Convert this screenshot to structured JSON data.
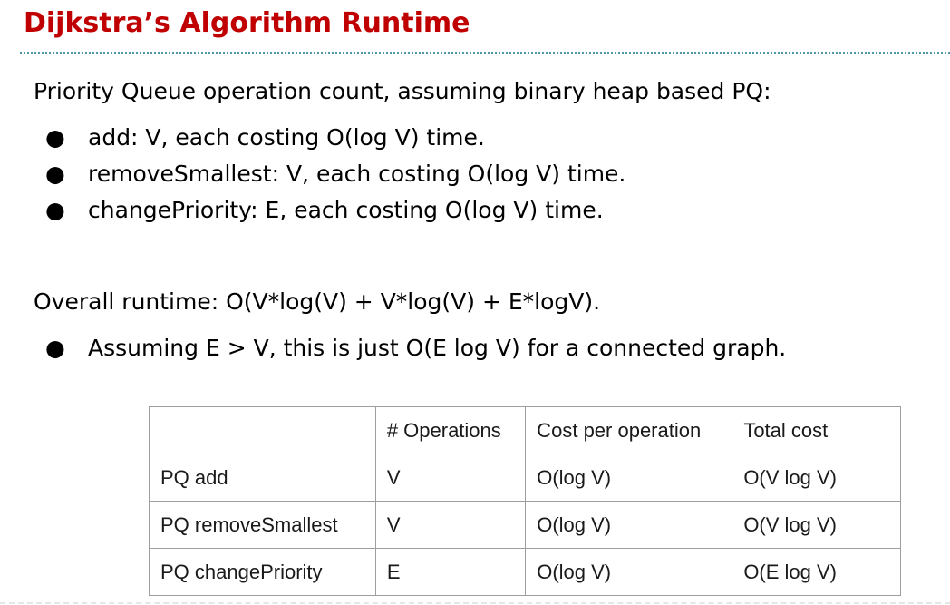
{
  "slide": {
    "title": "Dijkstra’s Algorithm Runtime",
    "intro": "Priority Queue operation count, assuming binary heap based PQ:",
    "bullets": [
      {
        "symbol": "●",
        "text": "add: V, each costing O(log V) time."
      },
      {
        "symbol": "●",
        "text": "removeSmallest: V, each costing O(log V) time."
      },
      {
        "symbol": "●",
        "text": "changePriority: E, each costing O(log V) time."
      }
    ],
    "overall": "Overall runtime: O(V*log(V) + V*log(V) + E*logV).",
    "overall_bullet": {
      "symbol": "●",
      "text": "Assuming E > V, this is just O(E log V) for a connected graph."
    }
  },
  "table": {
    "headers": [
      "",
      "# Operations",
      "Cost per operation",
      "Total cost"
    ],
    "rows": [
      [
        "PQ add",
        "V",
        "O(log V)",
        "O(V log V)"
      ],
      [
        "PQ removeSmallest",
        "V",
        "O(log V)",
        "O(V log V)"
      ],
      [
        "PQ changePriority",
        "E",
        "O(log V)",
        "O(E log V)"
      ]
    ]
  },
  "colors": {
    "title": "#c00000",
    "divider": "#4d98a8",
    "table_border": "#9e9e9e"
  }
}
